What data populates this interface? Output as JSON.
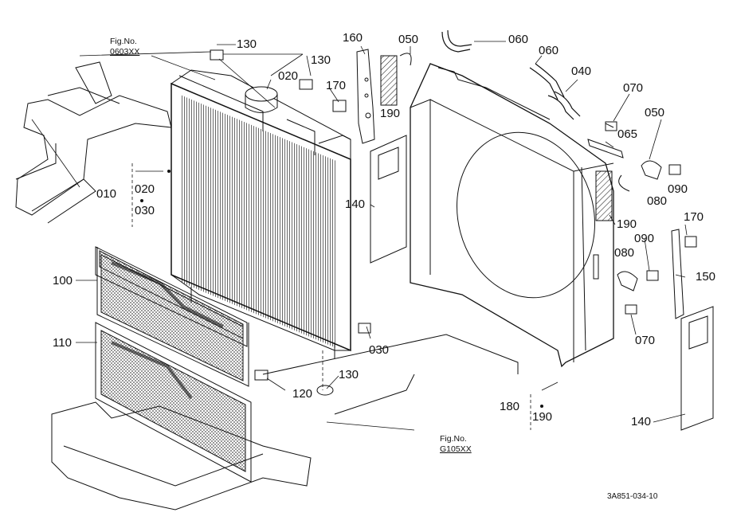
{
  "colors": {
    "ink": "#111111",
    "paper": "#ffffff"
  },
  "figure_refs": {
    "top_left": {
      "prefix": "Fig.No.",
      "ref": "0603XX"
    },
    "bottom": {
      "prefix": "Fig.No.",
      "ref": "G105XX"
    }
  },
  "labels": {
    "p130a": "130",
    "p160": "160",
    "p050a": "050",
    "p060a": "060",
    "p060b": "060",
    "p040": "040",
    "p130b": "130",
    "p020a": "020",
    "p170a": "170",
    "p190a": "190",
    "p070a": "070",
    "p050b": "050",
    "p065": "065",
    "p010": "010",
    "p020b": "020",
    "p030a": "030",
    "p090a": "090",
    "p080a": "080",
    "p140a": "140",
    "p190b": "190",
    "p170b": "170",
    "p090b": "090",
    "p080b": "080",
    "p150": "150",
    "p070b": "070",
    "p100": "100",
    "p110": "110",
    "p030b": "030",
    "p130c": "130",
    "p120": "120",
    "p180": "180",
    "p190c": "190",
    "p140b": "140"
  },
  "doc_id": "3A851-034-10"
}
